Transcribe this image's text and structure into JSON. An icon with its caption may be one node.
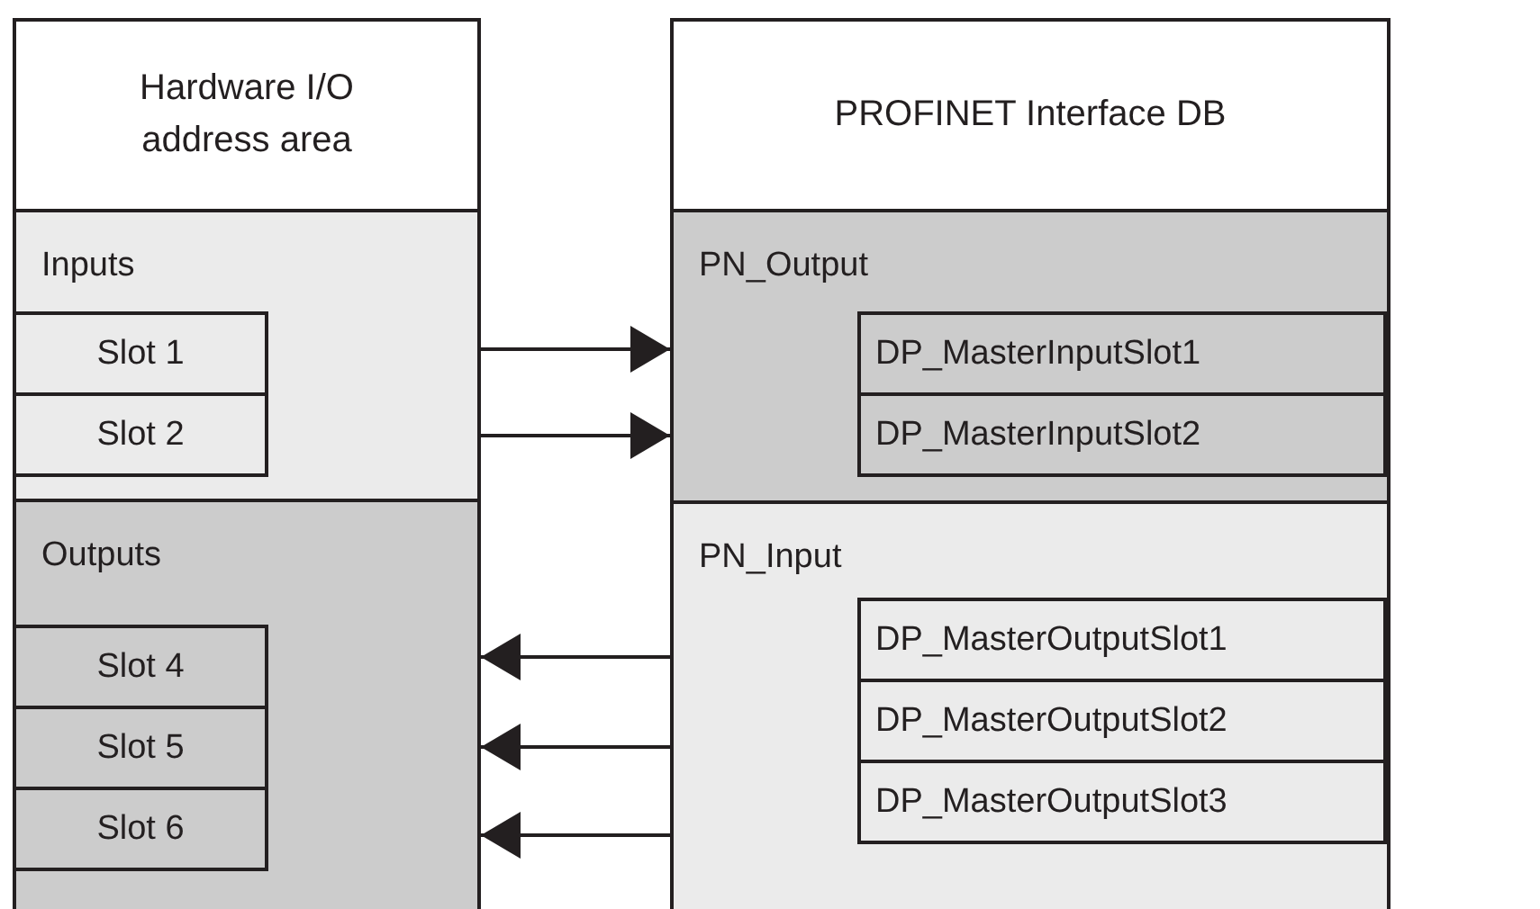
{
  "diagram": {
    "nodes": [
      {
        "text": [
          "Hardware I/O address area"
        ]
      },
      {
        "text": [
          "Inputs"
        ]
      },
      {
        "text": [
          "Slot 1"
        ],
        "in": 1
      },
      {
        "text": [
          "Slot 2"
        ],
        "in": 1
      },
      {
        "text": [
          "Outputs"
        ]
      },
      {
        "text": [
          "Slot 4"
        ],
        "in": 4
      },
      {
        "text": [
          "Slot 5"
        ],
        "in": 4
      },
      {
        "text": [
          "Slot 6"
        ],
        "in": 4
      },
      {
        "text": [
          "PROFINET Interface DB"
        ]
      },
      {
        "text": [
          "PN_Output"
        ]
      },
      {
        "text": [
          "DP_MasterInputSlot1"
        ],
        "in": 9
      },
      {
        "text": [
          "DP_MasterInputSlot2"
        ],
        "in": 9
      },
      {
        "text": [
          "PN_Input"
        ]
      },
      {
        "text": [
          "DP_MasterOutputSlot1"
        ],
        "in": 12
      },
      {
        "text": [
          "DP_MasterOutputSlot2"
        ],
        "in": 12
      },
      {
        "text": [
          "DP_MasterOutputSlot3"
        ],
        "in": 12
      }
    ],
    "edges": [
      {
        "from": 1,
        "to": 9,
        "arrow": "to"
      },
      {
        "from": 1,
        "to": 9,
        "arrow": "to"
      },
      {
        "from": 12,
        "to": 4,
        "arrow": "to"
      },
      {
        "from": 12,
        "to": 4,
        "arrow": "to"
      },
      {
        "from": 12,
        "to": 4,
        "arrow": "to"
      }
    ]
  }
}
